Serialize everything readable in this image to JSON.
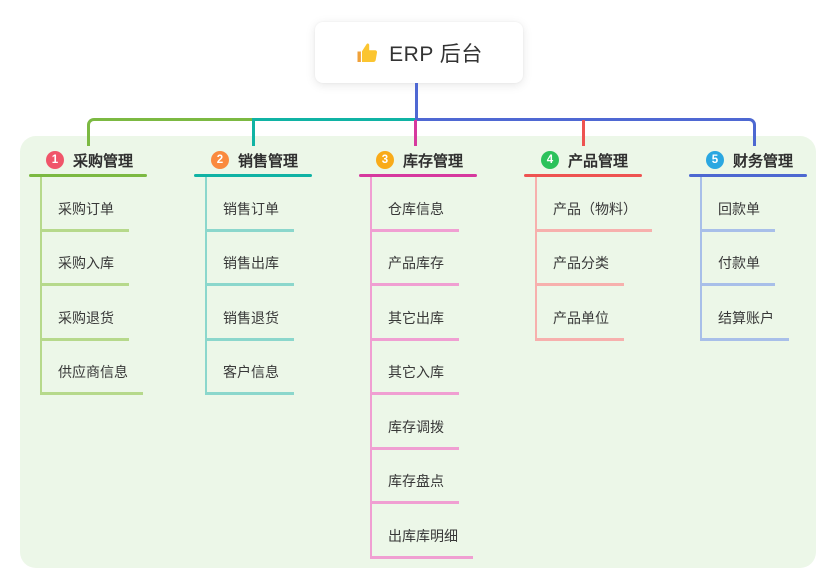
{
  "canvas_bg": "#ecf7e8",
  "root": {
    "icon": "thumbs-up",
    "label": "ERP 后台"
  },
  "connector": {
    "trunk_color": "#4f68d3"
  },
  "branches": [
    {
      "num": "1",
      "title": "采购管理",
      "badge_color": "#f0556a",
      "line_color": "#7cb942",
      "child_line_color": "#b6d98b",
      "children": [
        "采购订单",
        "采购入库",
        "采购退货",
        "供应商信息"
      ]
    },
    {
      "num": "2",
      "title": "销售管理",
      "badge_color": "#fa8a3e",
      "line_color": "#10b3a4",
      "child_line_color": "#8bd7cc",
      "children": [
        "销售订单",
        "销售出库",
        "销售退货",
        "客户信息"
      ]
    },
    {
      "num": "3",
      "title": "库存管理",
      "badge_color": "#f9ab19",
      "line_color": "#d6399e",
      "child_line_color": "#f09fd2",
      "children": [
        "仓库信息",
        "产品库存",
        "其它出库",
        "其它入库",
        "库存调拨",
        "库存盘点",
        "出库库明细"
      ]
    },
    {
      "num": "4",
      "title": "产品管理",
      "badge_color": "#2cc25b",
      "line_color": "#ee5351",
      "child_line_color": "#f7b0ad",
      "children": [
        "产品（物料）",
        "产品分类",
        "产品单位"
      ]
    },
    {
      "num": "5",
      "title": "财务管理",
      "badge_color": "#2aa7e1",
      "line_color": "#4d68d1",
      "child_line_color": "#a8bfe9",
      "children": [
        "回款单",
        "付款单",
        "结算账户"
      ]
    }
  ]
}
